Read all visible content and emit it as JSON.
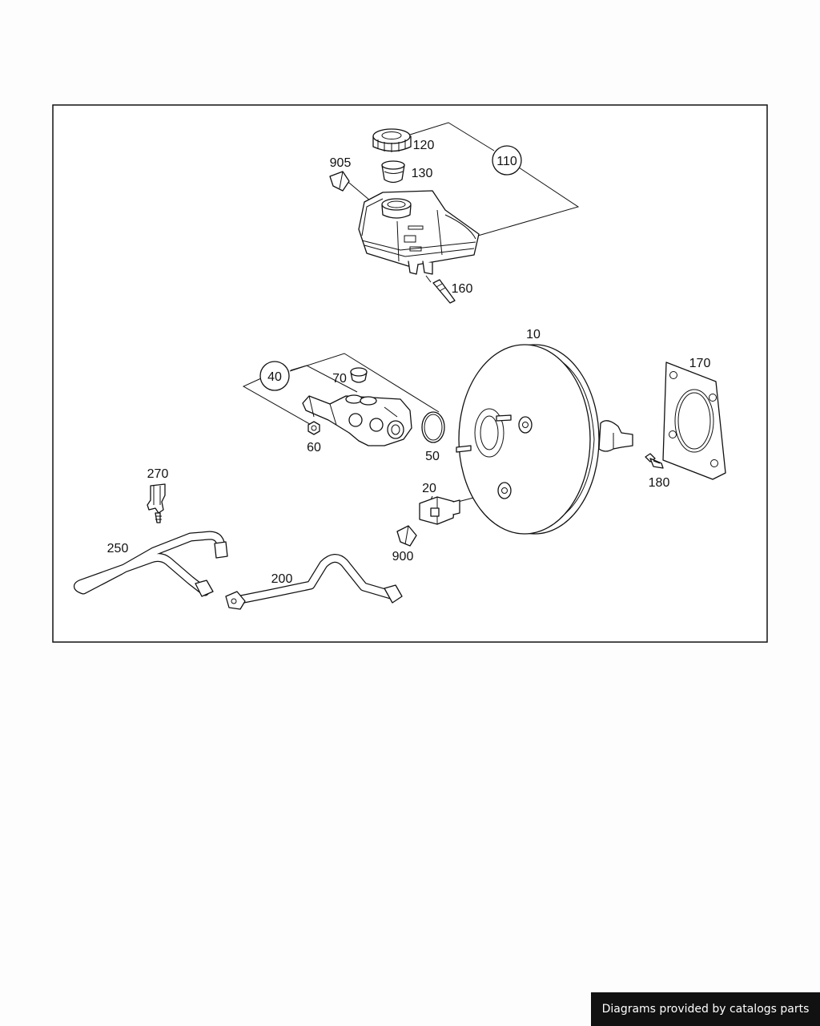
{
  "diagram": {
    "labels": {
      "l10": "10",
      "l20": "20",
      "l40": "40",
      "l50": "50",
      "l60": "60",
      "l70": "70",
      "l110": "110",
      "l120": "120",
      "l130": "130",
      "l160": "160",
      "l170": "170",
      "l180": "180",
      "l200": "200",
      "l250": "250",
      "l270": "270",
      "l900": "900",
      "l905": "905"
    }
  },
  "footer": {
    "text": "Diagrams provided by catalogs parts"
  }
}
